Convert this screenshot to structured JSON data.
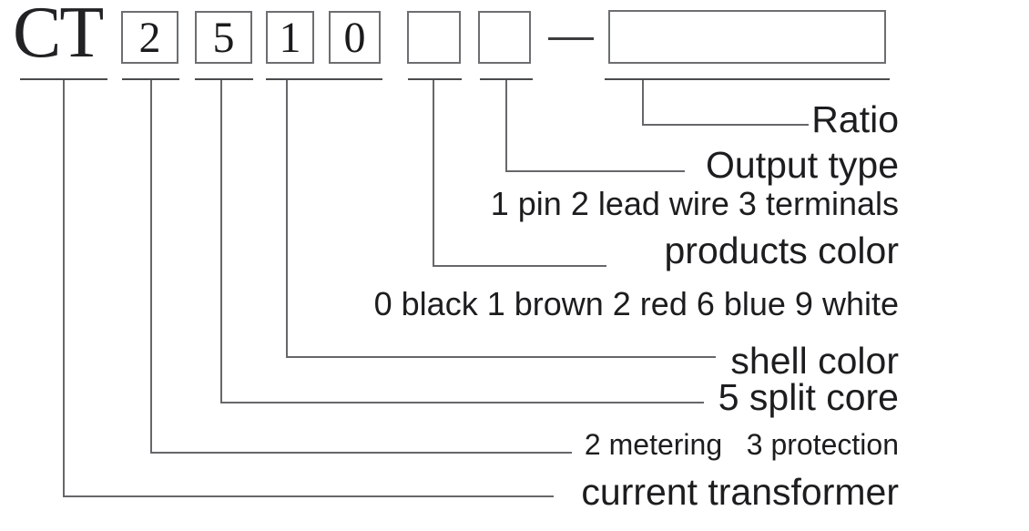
{
  "code": {
    "prefix": "CT",
    "digit_boxes": [
      "2",
      "5",
      "1",
      "0",
      "",
      ""
    ],
    "ratio_box_value": ""
  },
  "labels": {
    "ratio": "Ratio",
    "output_type": "Output type",
    "output_type_codes": "1 pin 2 lead wire 3 terminals",
    "products_color": "products color",
    "products_color_codes": "0 black 1 brown 2 red 6 blue 9 white",
    "shell_color": "shell color",
    "split_core": "5 split core",
    "function_codes": "2 metering   3 protection",
    "current_transformer": "current transformer"
  },
  "colors": {
    "background": "#ffffff",
    "text": "#1d1d1f",
    "connector_line": "#66676a",
    "underline": "#4a4b4d",
    "box_border": "#6d6e71"
  }
}
